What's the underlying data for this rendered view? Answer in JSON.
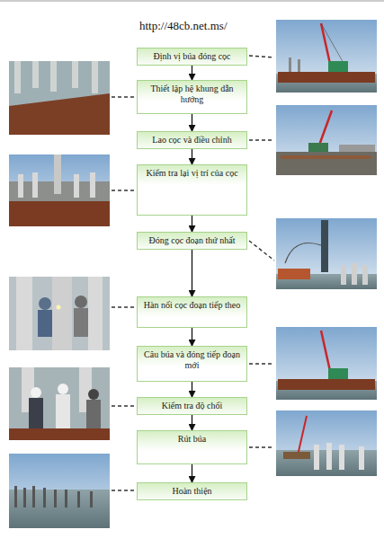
{
  "diagram": {
    "nodes": [
      {
        "text": [
          "Định vị búa đóng cọc"
        ]
      },
      {
        "text": [
          "Thiết lập hệ khung dẫn hướng"
        ]
      },
      {
        "text": [
          "Lao cọc và điều chỉnh"
        ]
      },
      {
        "text": [
          "Kiểm tra lại vị trí của cọc"
        ]
      },
      {
        "text": [
          "Đóng cọc đoạn thứ nhất"
        ]
      },
      {
        "text": [
          "Hàn nối cọc đoạn tiếp theo"
        ]
      },
      {
        "text": [
          "Câu búa và đóng tiếp đoạn mới"
        ]
      },
      {
        "text": [
          "Kiểm tra độ chối"
        ]
      },
      {
        "text": [
          "Rút búa"
        ]
      },
      {
        "text": [
          "Hoàn thiện"
        ]
      }
    ],
    "edges": [
      {
        "from": 0,
        "to": 1,
        "arrow": "to"
      },
      {
        "from": 1,
        "to": 2,
        "arrow": "to"
      },
      {
        "from": 2,
        "to": 3,
        "arrow": "to"
      },
      {
        "from": 3,
        "to": 4,
        "arrow": "to"
      },
      {
        "from": 4,
        "to": 5,
        "arrow": "to"
      },
      {
        "from": 5,
        "to": 6,
        "arrow": "to"
      },
      {
        "from": 6,
        "to": 7,
        "arrow": "to"
      },
      {
        "from": 7,
        "to": 8,
        "arrow": "to"
      },
      {
        "from": 8,
        "to": 9,
        "arrow": "to"
      }
    ],
    "labels": [
      "http://48cb.net.ms/"
    ]
  }
}
